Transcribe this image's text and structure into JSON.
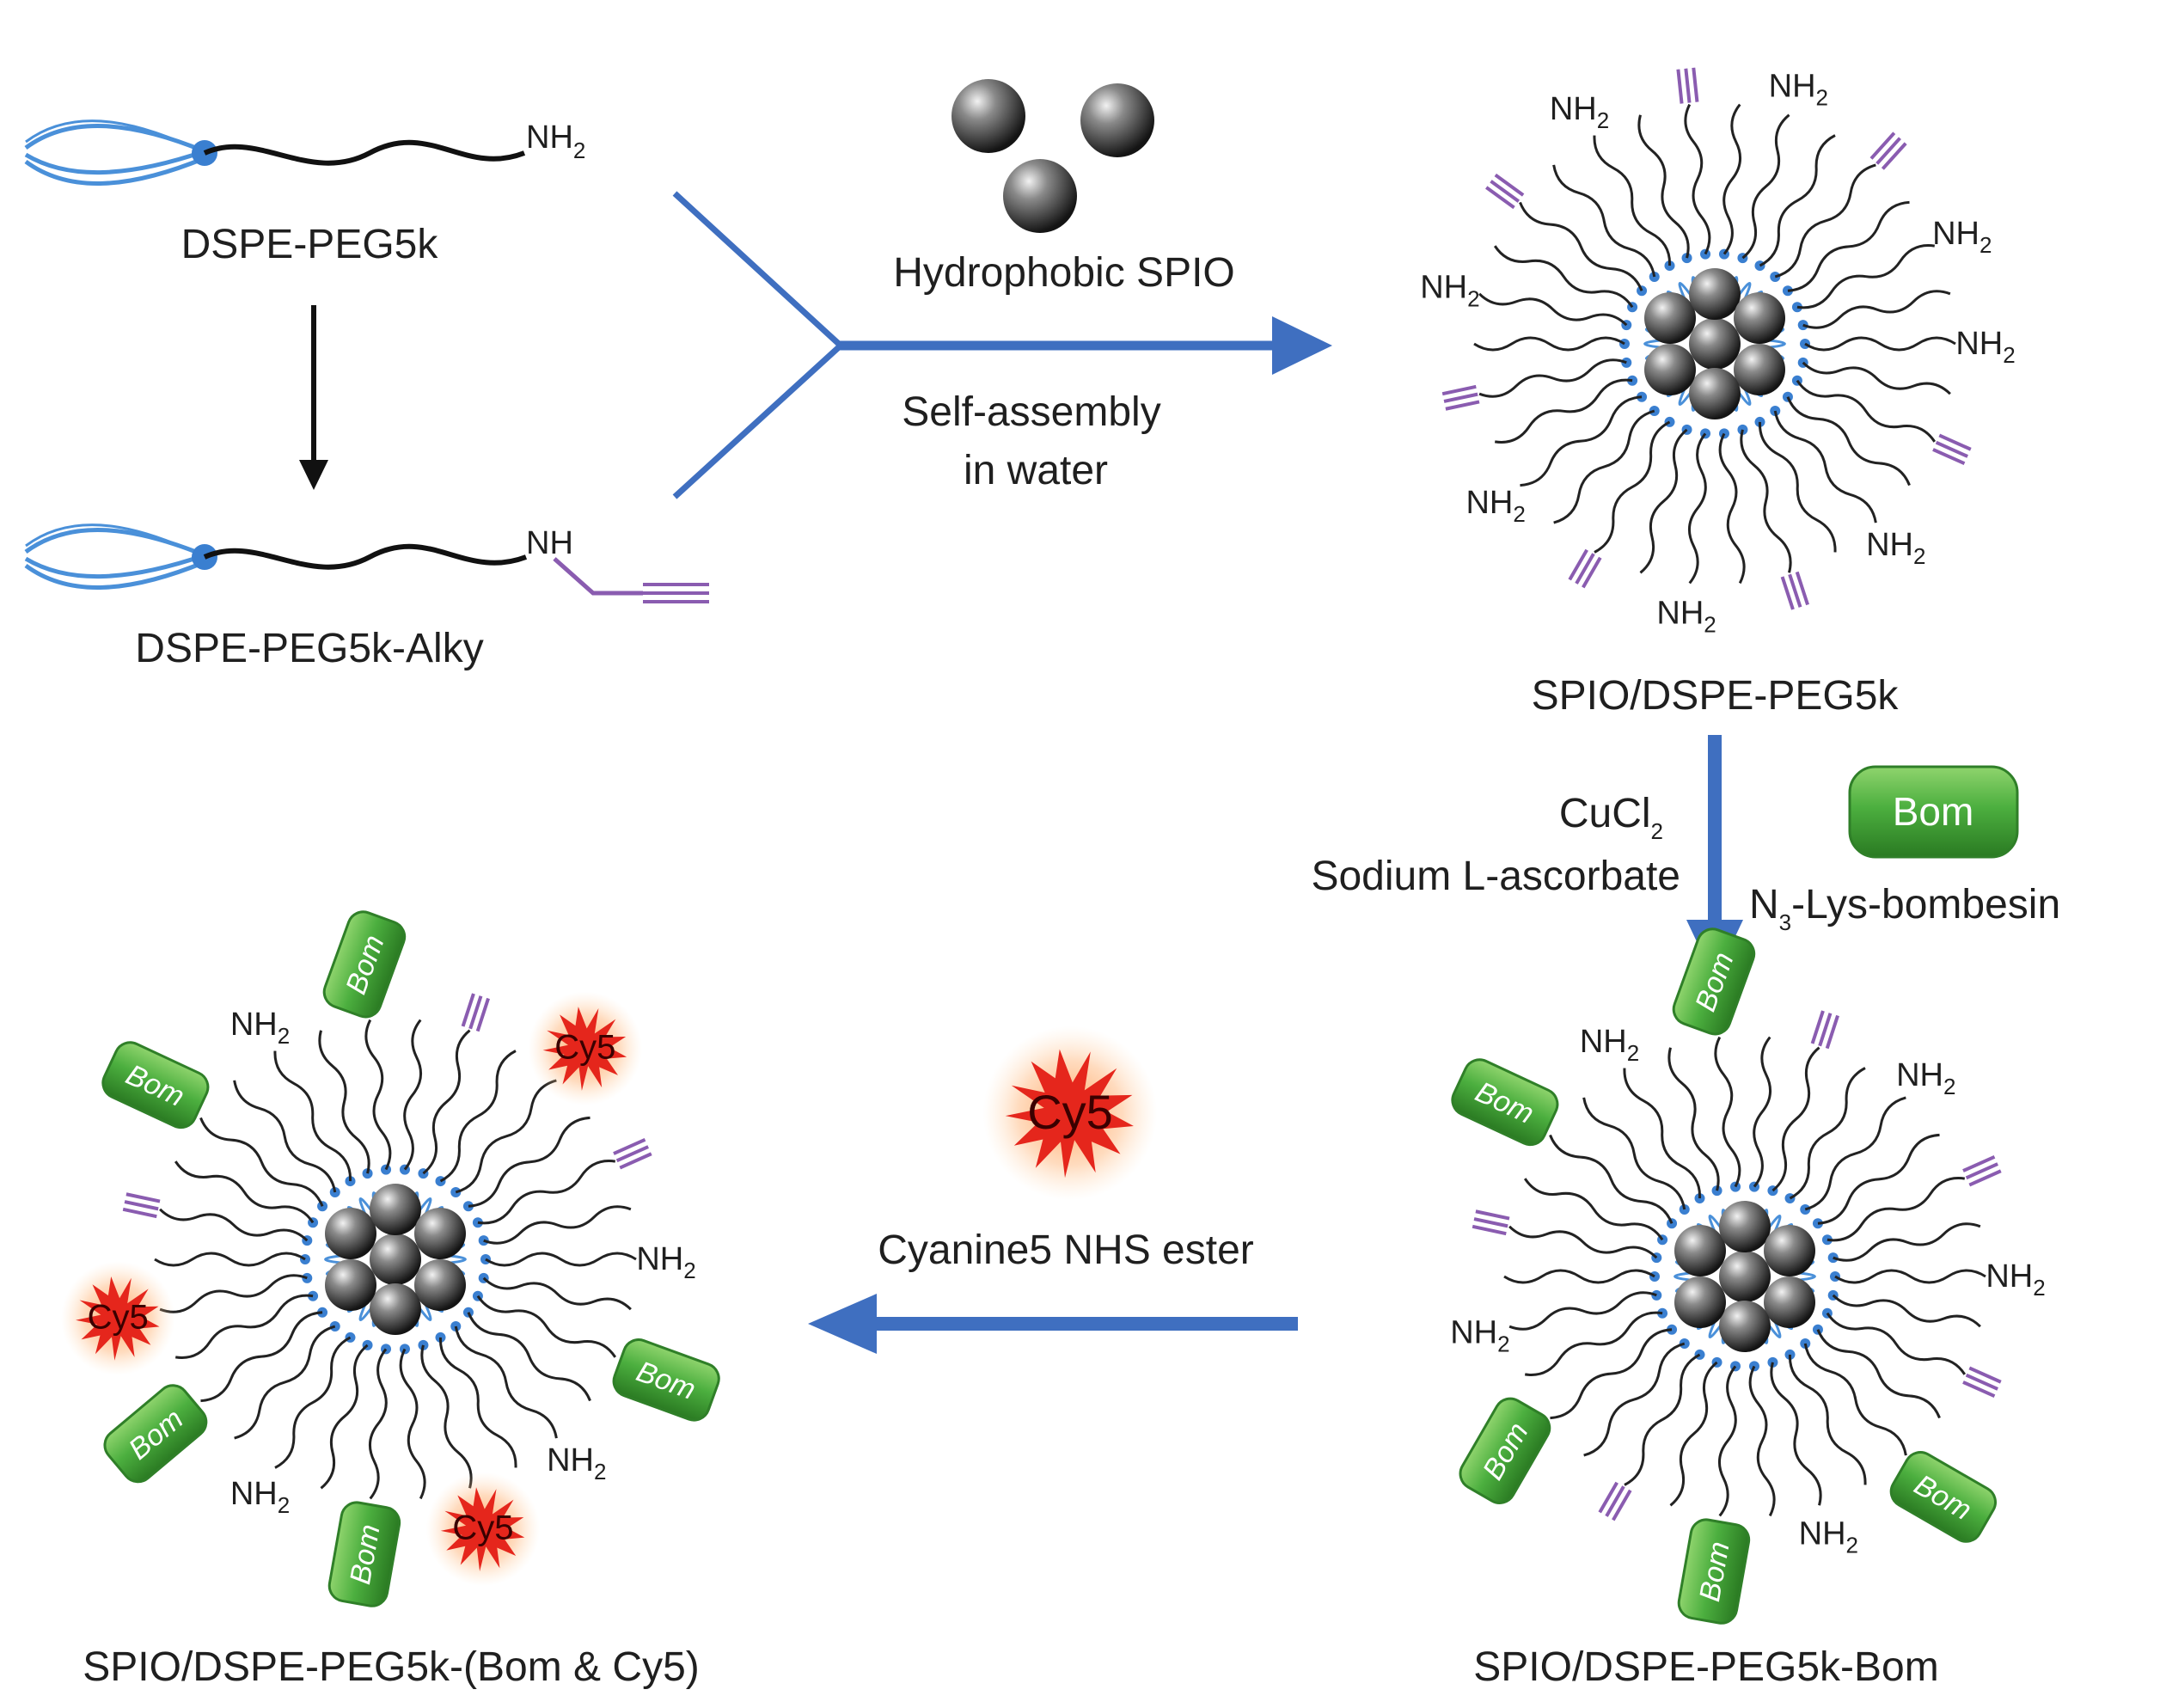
{
  "molecules": {
    "dspe_peg5k": "DSPE-PEG5k",
    "dspe_peg5k_alky": "DSPE-PEG5k-Alky",
    "terminal_nh2": "NH",
    "terminal_nh2_sub": "2",
    "terminal_nh": "NH"
  },
  "reagents": {
    "hydrophobic_spio": "Hydrophobic SPIO",
    "self_assembly_line1": "Self-assembly",
    "self_assembly_line2": "in water",
    "cucl2_main": "CuCl",
    "cucl2_sub": "2",
    "sodium_ascorbate": "Sodium L-ascorbate",
    "bom_key_label": "Bom",
    "n3_prefix": "N",
    "n3_sub": "3",
    "n3_suffix": "-Lys-bombesin",
    "cy5_key_label": "Cy5",
    "cyanine5": "Cyanine5 NHS ester"
  },
  "particles": {
    "spio_peg": "SPIO/DSPE-PEG5k",
    "spio_peg_bom": "SPIO/DSPE-PEG5k-Bom",
    "spio_peg_bom_cy5": "SPIO/DSPE-PEG5k-(Bom & Cy5)"
  },
  "micelle_labels": {
    "nh": "NH",
    "nh_sub": "2",
    "bom": "Bom",
    "cy5": "Cy5"
  },
  "colors": {
    "arrow_blue": "#3f6fc0",
    "lipid_blue": "#4a90d9",
    "peg_black": "#222222",
    "alkyne_purple": "#8a5cb0",
    "bom_green": "#3f9c3a",
    "cy5_red": "#e5261c"
  }
}
